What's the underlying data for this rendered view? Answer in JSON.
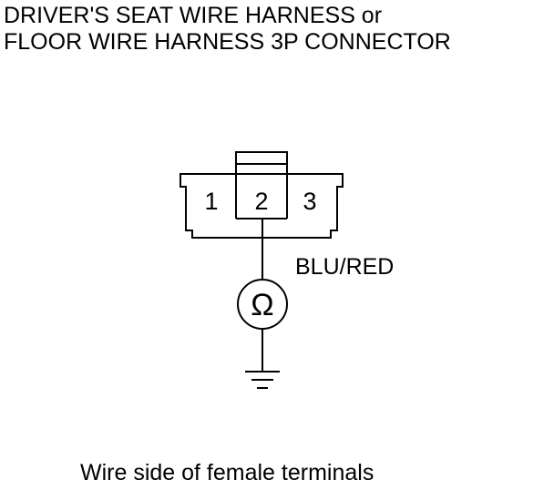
{
  "title": {
    "line1": "DRIVER'S SEAT WIRE HARNESS or",
    "line2": "FLOOR WIRE HARNESS 3P CONNECTOR"
  },
  "connector": {
    "terminals": [
      "1",
      "2",
      "3"
    ]
  },
  "wire_label": "BLU/RED",
  "meter_symbol": "Ω",
  "caption": "Wire side of female terminals"
}
